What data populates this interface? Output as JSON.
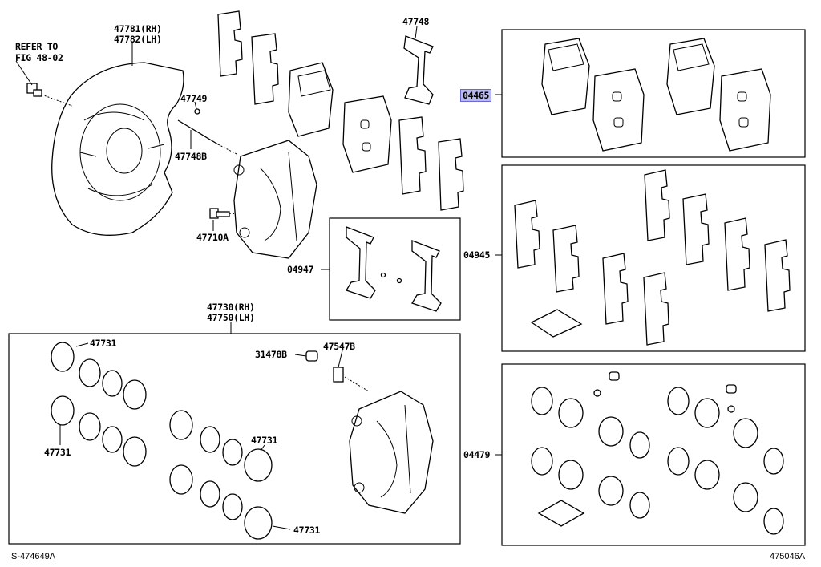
{
  "labels": {
    "refer_to": "REFER TO",
    "fig": "FIG 48-02",
    "p47781": "47781(RH)",
    "p47782": "47782(LH)",
    "p47749": "47749",
    "p47748b": "47748B",
    "p47710a": "47710A",
    "p47748": "47748",
    "p04465": "04465",
    "p04947": "04947",
    "p04945": "04945",
    "p47730": "47730(RH)",
    "p47750": "47750(LH)",
    "p47731_a": "47731",
    "p47731_b": "47731",
    "p47731_c": "47731",
    "p47731_d": "47731",
    "p31478b": "31478B",
    "p47547b": "47547B",
    "p04479": "04479"
  },
  "footer": {
    "left": "S-474649A",
    "right": "475046A"
  },
  "colors": {
    "line": "#000000",
    "highlight": "#b9b9f0"
  }
}
